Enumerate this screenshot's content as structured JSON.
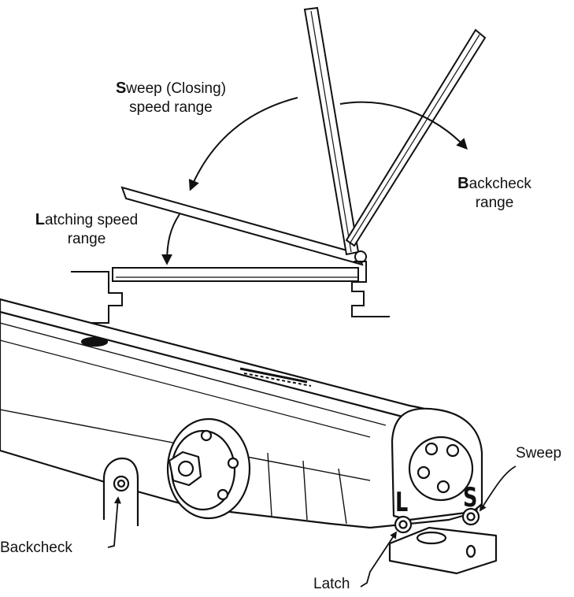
{
  "labels": {
    "sweep_range": {
      "lead": "S",
      "line1_rest": "weep (Closing)",
      "line2": "speed range"
    },
    "backcheck_range": {
      "lead": "B",
      "line1_rest": "ackcheck",
      "line2": "range"
    },
    "latching_range": {
      "lead": "L",
      "line1_rest": "atching speed",
      "line2": "range"
    },
    "sweep_valve": "Sweep",
    "backcheck_valve": "Backcheck",
    "latch_valve": "Latch"
  },
  "valve_letters": {
    "latch": "L",
    "sweep": "S"
  },
  "colors": {
    "ink": "#111111",
    "background": "#ffffff",
    "shade": "#e8e8e8"
  }
}
